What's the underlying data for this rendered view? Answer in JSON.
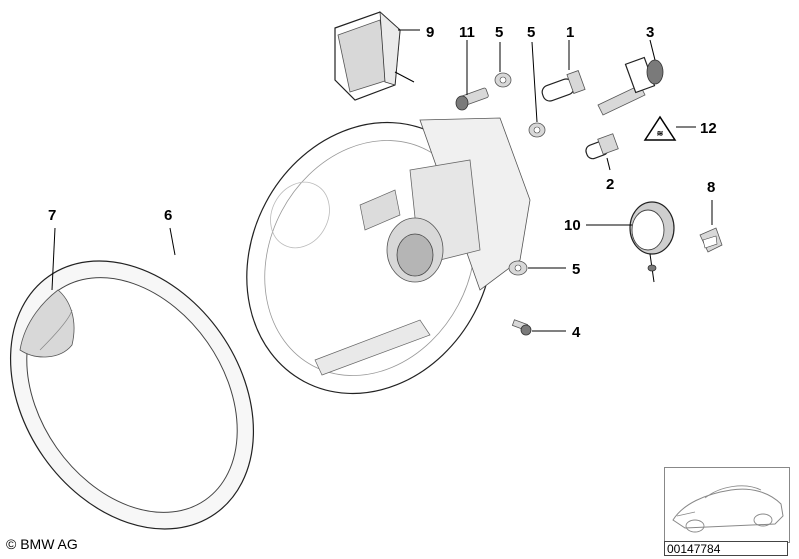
{
  "callouts": {
    "c1": "1",
    "c2": "2",
    "c3": "3",
    "c4": "4",
    "c5a": "5",
    "c5b": "5",
    "c5c": "5",
    "c6": "6",
    "c7": "7",
    "c8": "8",
    "c9": "9",
    "c10": "10",
    "c11": "11",
    "c12": "12"
  },
  "copyright": "© BMW AG",
  "diagram_number": "00147784",
  "icons": {
    "copyright_symbol": "copyright-icon",
    "warning": "hot-surface-warning-icon"
  }
}
